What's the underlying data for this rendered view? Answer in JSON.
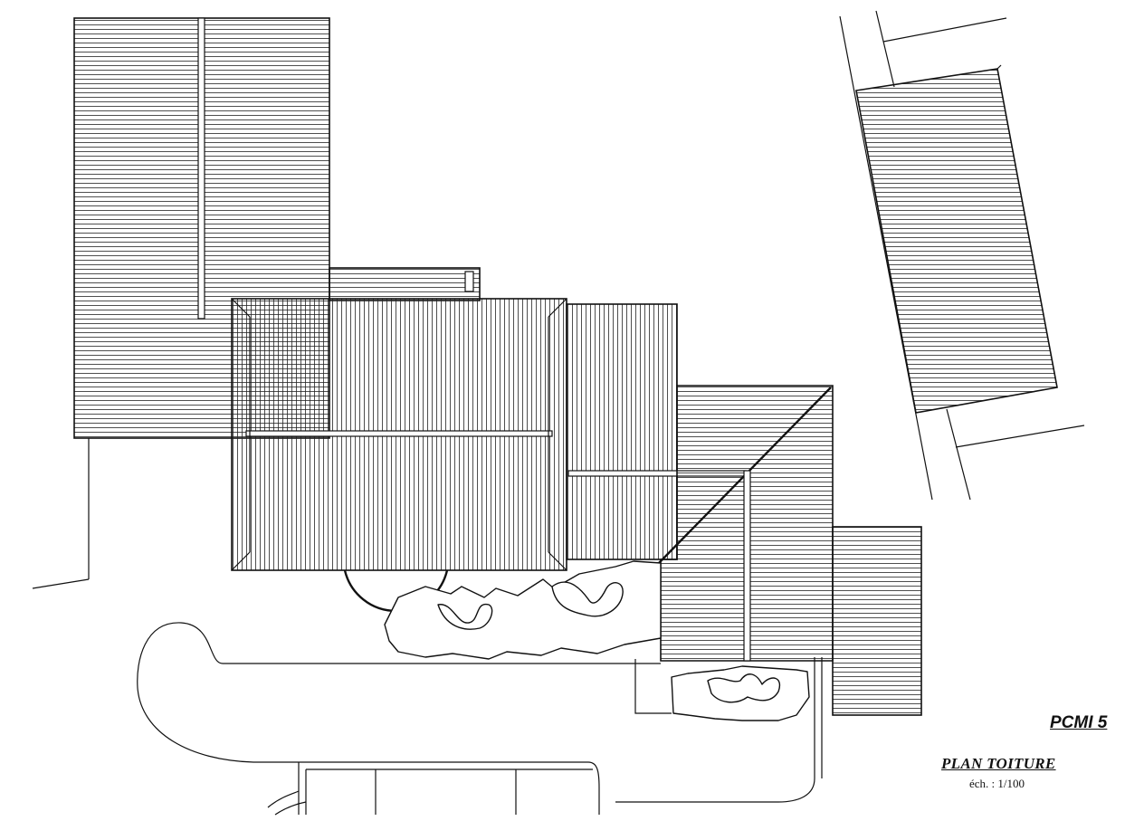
{
  "drawing": {
    "sheet_code": "PCMI 5",
    "title": "PLAN TOITURE",
    "scale": "éch. : 1/100"
  }
}
